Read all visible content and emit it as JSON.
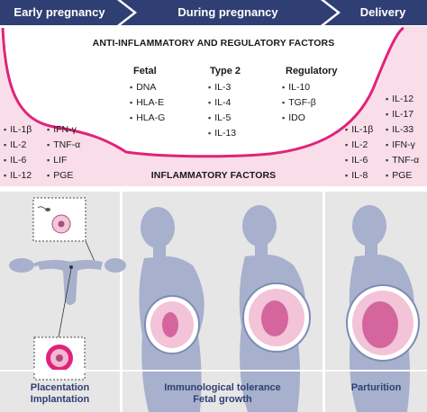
{
  "timeline": {
    "stages": [
      "Early pregnancy",
      "During pregnancy",
      "Delivery"
    ],
    "colors": {
      "banner": "#2f3f73",
      "curve": "#e0237a",
      "fill": "#f9dde9",
      "silhouette": "#a7b0cc",
      "panel": "#e6e6e6"
    }
  },
  "top": {
    "anti_heading": "ANTI-INFLAMMATORY AND REGULATORY FACTORS",
    "inflam_heading": "INFLAMMATORY FACTORS",
    "fetal": {
      "title": "Fetal",
      "items": [
        "DNA",
        "HLA-E",
        "HLA-G"
      ]
    },
    "type2": {
      "title": "Type 2",
      "items": [
        "IL-3",
        "IL-4",
        "IL-5",
        "IL-13"
      ]
    },
    "regulatory": {
      "title": "Regulatory",
      "items": [
        "IL-10",
        "TGF-β",
        "IDO"
      ]
    },
    "left_col1": [
      "IL-1β",
      "IL-2",
      "IL-6",
      "IL-12"
    ],
    "left_col2": [
      "IFN-γ",
      "TNF-α",
      "LIF",
      "PGE"
    ],
    "right_col1": [
      "IL-1β",
      "IL-2",
      "IL-6",
      "IL-8"
    ],
    "right_col2": [
      "IL-12",
      "IL-17",
      "IL-33",
      "IFN-γ",
      "TNF-α",
      "PGE"
    ]
  },
  "captions": {
    "left_1": "Placentation",
    "left_2": "Implantation",
    "middle_1": "Immunological tolerance",
    "middle_2": "Fetal growth",
    "right": "Parturition"
  }
}
